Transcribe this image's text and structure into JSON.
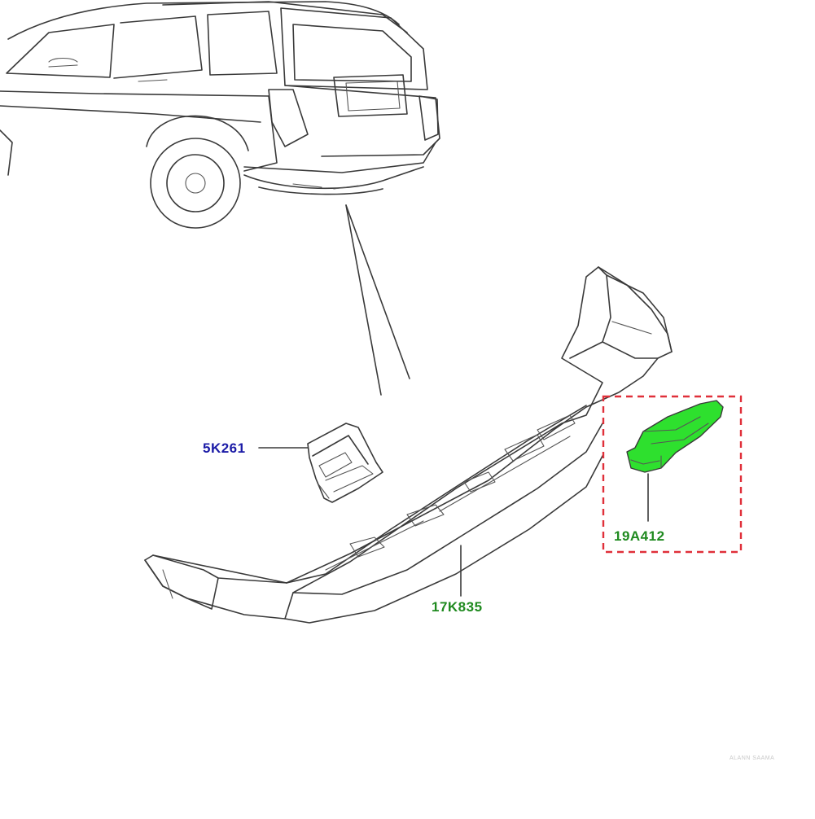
{
  "diagram": {
    "callouts": [
      {
        "id": "5K261",
        "label": "5K261",
        "color": "#1a1aa6"
      },
      {
        "id": "17K835",
        "label": "17K835",
        "color": "#1f8a1f"
      },
      {
        "id": "19A412",
        "label": "19A412",
        "color": "#1f8a1f"
      }
    ],
    "highlight": {
      "part": "19A412",
      "fill_color": "#2ee02e",
      "box_color": "#e0303a"
    },
    "watermark": "ALANN SAAMA"
  }
}
